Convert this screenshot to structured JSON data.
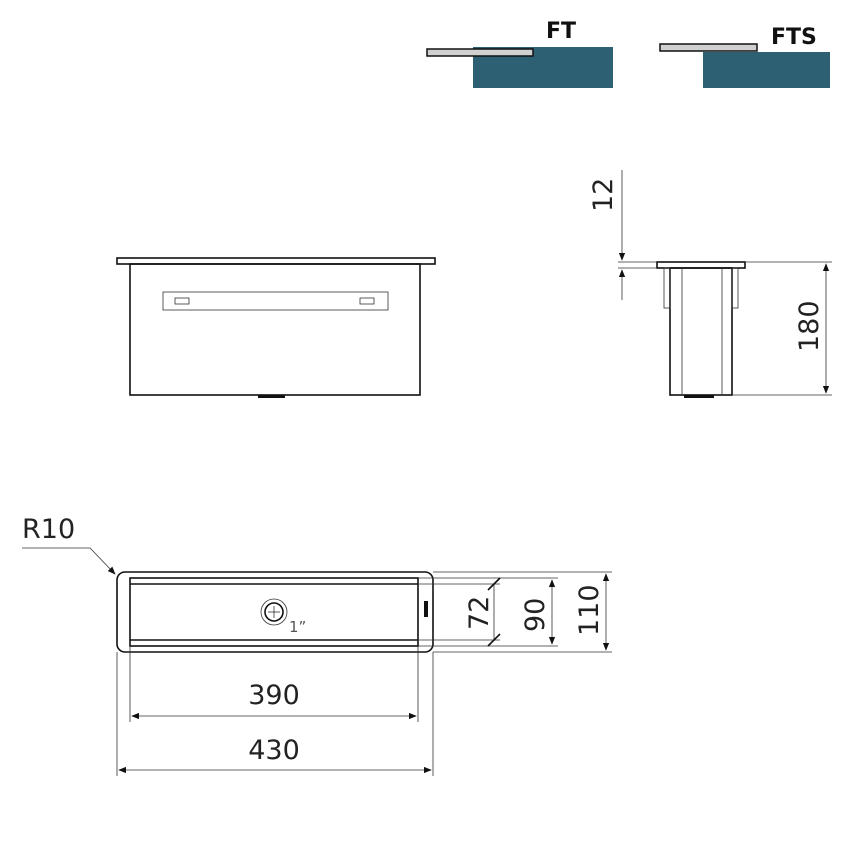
{
  "profiles": [
    {
      "label": "FT"
    },
    {
      "label": "FTS"
    }
  ],
  "colors": {
    "counter": "#2e6074",
    "plate": "#d0d0d0",
    "line": "#111111"
  },
  "side_view": {
    "flange_dim": "12",
    "height_dim": "180"
  },
  "top_view": {
    "corner_radius_label": "R10",
    "drain_label": "1”",
    "dims": {
      "inner_width": "72",
      "width": "90",
      "outer_width": "110",
      "inner_length": "390",
      "outer_length": "430"
    }
  }
}
